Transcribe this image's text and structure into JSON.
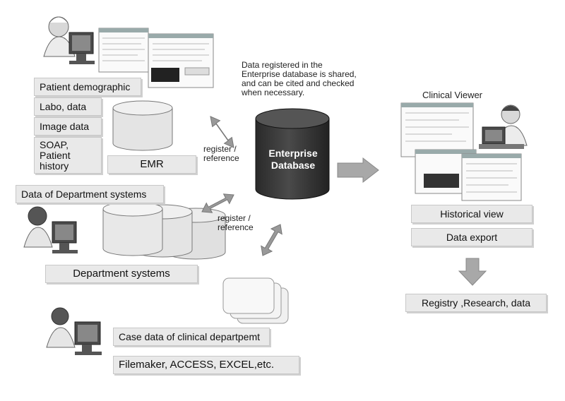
{
  "labels": {
    "patient_demographic": "Patient demographic",
    "labo_data": "Labo, data",
    "image_data": "Image data",
    "soap": "SOAP,\nPatient\nhistory",
    "emr": "EMR",
    "dept_data": "Data of Department systems",
    "dept_systems": "Department systems",
    "case_data": "Case data of clinical departpemt",
    "tools": "Filemaker, ACCESS, EXCEL,etc.",
    "register_reference_1": "register /\nreference",
    "register_reference_2": "register /\nreference",
    "note": "Data registered in the\nEnterprise database is shared,\nand can be cited and checked\nwhen necessary.",
    "enterprise_db": "Enterprise\nDatabase",
    "clinical_viewer": "Clinical Viewer",
    "historical_view": "Historical view",
    "data_export": "Data export",
    "registry": "Registry ,Research, data"
  },
  "colors": {
    "label_fill": "#e9e9e9",
    "database_fill": "#3a3a3a",
    "cylinder_fill": "#e4e4e4",
    "arrow_fill": "#999999"
  }
}
